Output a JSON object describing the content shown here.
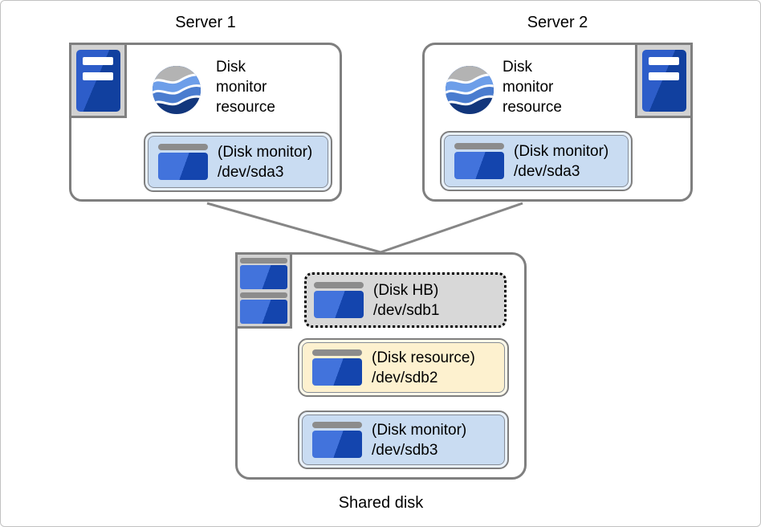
{
  "colors": {
    "border_gray": "#7f7f7f",
    "connector_gray": "#868686",
    "icon_plate_gray": "#d2d2d2",
    "disk_monitor_fill": "#c9dcf2",
    "disk_resource_fill": "#fdf1cf",
    "disk_hb_fill": "#d8d8d8",
    "server_icon_blue": "#2d5dc9",
    "disk_icon_blue": "#4273dc",
    "swirl_gray": "#b3b3b3",
    "swirl_light_blue": "#6d9ee9",
    "swirl_mid_blue": "#4a7ccf",
    "swirl_navy": "#12367c"
  },
  "servers": [
    {
      "title": "Server 1",
      "resource_label": "Disk\nmonitor\nresource",
      "disk": {
        "name": "(Disk monitor)",
        "device": "/dev/sda3"
      }
    },
    {
      "title": "Server 2",
      "resource_label": "Disk\nmonitor\nresource",
      "disk": {
        "name": "(Disk monitor)",
        "device": "/dev/sda3"
      }
    }
  ],
  "shared_disk": {
    "title": "Shared disk",
    "partitions": [
      {
        "name": "(Disk HB)",
        "device": "/dev/sdb1"
      },
      {
        "name": "(Disk resource)",
        "device": "/dev/sdb2"
      },
      {
        "name": "(Disk monitor)",
        "device": "/dev/sdb3"
      }
    ]
  },
  "icons": {
    "server": "server-icon",
    "monitor_resource": "wave-sphere-icon",
    "partition": "disk-drive-icon",
    "shared_disk": "disk-stack-icon"
  }
}
